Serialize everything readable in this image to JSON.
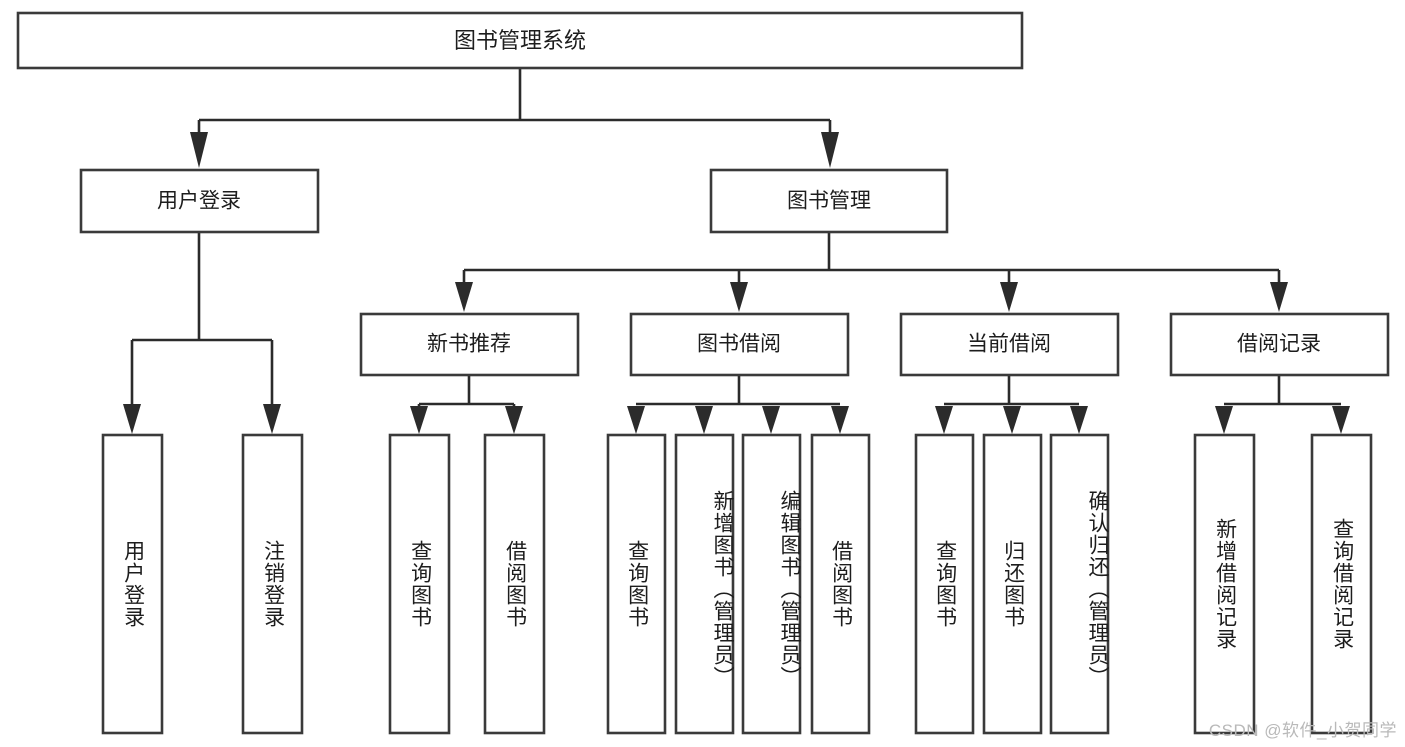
{
  "diagram": {
    "title": "图书管理系统",
    "type": "tree-hierarchy-diagram",
    "colors": {
      "box_stroke": "#3a3a3a",
      "connector": "#2b2b2b",
      "box_fill": "#ffffff",
      "text": "#1d1d1d",
      "watermark": "#b9b9b9",
      "background": "#ffffff"
    },
    "root": {
      "label": "图书管理系统"
    },
    "level2": [
      {
        "label": "用户登录"
      },
      {
        "label": "图书管理"
      }
    ],
    "level3": [
      {
        "label": "新书推荐"
      },
      {
        "label": "图书借阅"
      },
      {
        "label": "当前借阅"
      },
      {
        "label": "借阅记录"
      }
    ],
    "leaves": {
      "user_login": [
        {
          "label": "用户登录"
        },
        {
          "label": "注销登录"
        }
      ],
      "new_book_recommend": [
        {
          "label": "查询图书"
        },
        {
          "label": "借阅图书"
        }
      ],
      "book_borrow": [
        {
          "label": "查询图书"
        },
        {
          "label": "新增图书（管理员）"
        },
        {
          "label": "编辑图书（管理员）"
        },
        {
          "label": "借阅图书"
        }
      ],
      "current_borrow": [
        {
          "label": "查询图书"
        },
        {
          "label": "归还图书"
        },
        {
          "label": "确认归还（管理员）"
        }
      ],
      "borrow_record": [
        {
          "label": "新增借阅记录"
        },
        {
          "label": "查询借阅记录"
        }
      ]
    },
    "watermark": "CSDN @软件_小贺同学"
  }
}
